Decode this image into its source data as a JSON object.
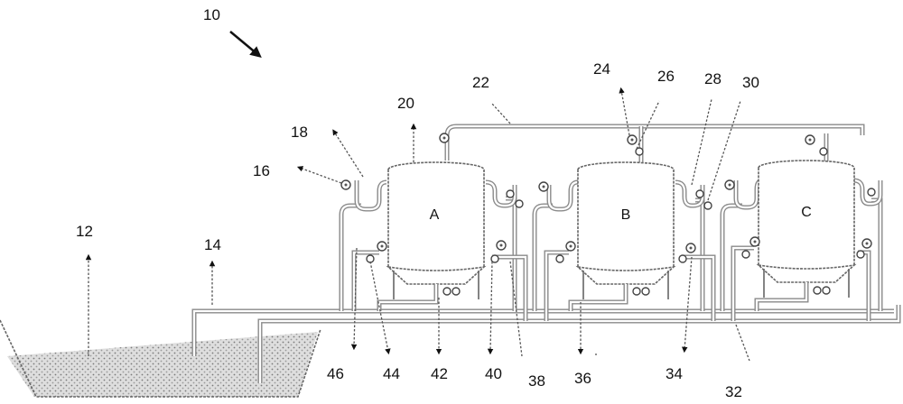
{
  "figure_number": "10",
  "reference_numerals": [
    "12",
    "14",
    "16",
    "18",
    "20",
    "22",
    "24",
    "26",
    "28",
    "30",
    "32",
    "34",
    "36",
    "38",
    "40",
    "42",
    "44",
    "46"
  ],
  "tanks": [
    {
      "label": "A"
    },
    {
      "label": "B"
    },
    {
      "label": "C"
    }
  ],
  "colors": {
    "line": "#8a8a8a",
    "ink": "#111111",
    "liquid": "#d9d9d9"
  }
}
